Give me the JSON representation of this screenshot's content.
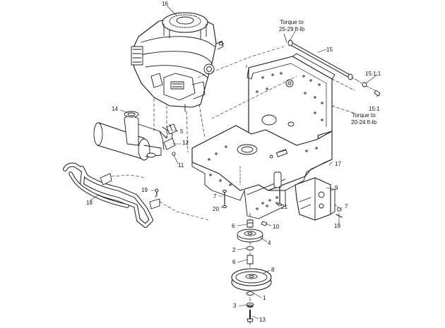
{
  "callouts": {
    "c1": "1",
    "c2": "2",
    "c3": "3",
    "c4": "4",
    "c5": "5",
    "c6a": "6",
    "c6b": "6",
    "c7a": "7",
    "c7b": "7",
    "c8": "8",
    "c9": "9",
    "c10": "10",
    "c11": "11",
    "c12": "12",
    "c13": "13",
    "c14": "14",
    "c15": "15",
    "c15_1_1": "15:1:1",
    "c16": "16",
    "c17": "17",
    "c18": "18",
    "c19a": "19",
    "c19b": "19",
    "c20": "20",
    "c21": "21",
    "c15_1": "15:1"
  },
  "notes": {
    "torque_top_line1": "Torque to",
    "torque_top_line2": "25-29 ft-lb",
    "torque_bottom_line1": "Torque to",
    "torque_bottom_line2": "20-24 ft-lb"
  }
}
